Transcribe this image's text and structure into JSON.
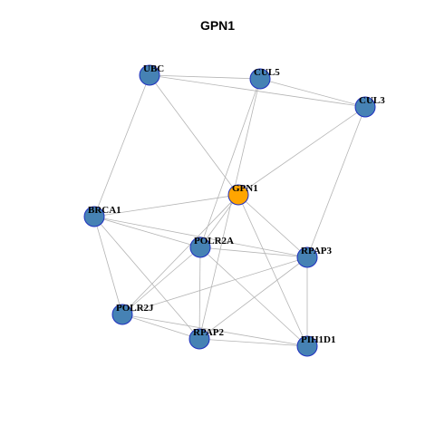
{
  "title": "GPN1",
  "colors": {
    "node_default": "#4682b4",
    "node_focus": "#ffa500",
    "node_border": "#1f2fbf",
    "edge": "#b4b4b4"
  },
  "nodes": [
    {
      "id": "UBC",
      "label": "UBC",
      "focus": false
    },
    {
      "id": "CUL5",
      "label": "CUL5",
      "focus": false
    },
    {
      "id": "CUL3",
      "label": "CUL3",
      "focus": false
    },
    {
      "id": "GPN1",
      "label": "GPN1",
      "focus": true
    },
    {
      "id": "BRCA1",
      "label": "BRCA1",
      "focus": false
    },
    {
      "id": "POLR2A",
      "label": "POLR2A",
      "focus": false
    },
    {
      "id": "RPAP3",
      "label": "RPAP3",
      "focus": false
    },
    {
      "id": "POLR2J",
      "label": "POLR2J",
      "focus": false
    },
    {
      "id": "RPAP2",
      "label": "RPAP2",
      "focus": false
    },
    {
      "id": "PIH1D1",
      "label": "PIH1D1",
      "focus": false
    }
  ],
  "edges": [
    [
      "UBC",
      "CUL5"
    ],
    [
      "UBC",
      "CUL3"
    ],
    [
      "UBC",
      "GPN1"
    ],
    [
      "UBC",
      "BRCA1"
    ],
    [
      "CUL5",
      "CUL3"
    ],
    [
      "CUL5",
      "POLR2A"
    ],
    [
      "CUL5",
      "RPAP2"
    ],
    [
      "CUL3",
      "GPN1"
    ],
    [
      "CUL3",
      "RPAP3"
    ],
    [
      "GPN1",
      "BRCA1"
    ],
    [
      "GPN1",
      "POLR2A"
    ],
    [
      "GPN1",
      "RPAP3"
    ],
    [
      "GPN1",
      "PIH1D1"
    ],
    [
      "GPN1",
      "POLR2J"
    ],
    [
      "BRCA1",
      "POLR2A"
    ],
    [
      "BRCA1",
      "RPAP3"
    ],
    [
      "BRCA1",
      "POLR2J"
    ],
    [
      "BRCA1",
      "RPAP2"
    ],
    [
      "POLR2A",
      "RPAP3"
    ],
    [
      "POLR2A",
      "POLR2J"
    ],
    [
      "POLR2A",
      "RPAP2"
    ],
    [
      "POLR2A",
      "PIH1D1"
    ],
    [
      "RPAP3",
      "POLR2J"
    ],
    [
      "RPAP3",
      "RPAP2"
    ],
    [
      "RPAP3",
      "PIH1D1"
    ],
    [
      "POLR2J",
      "RPAP2"
    ],
    [
      "POLR2J",
      "PIH1D1"
    ],
    [
      "RPAP2",
      "PIH1D1"
    ]
  ]
}
